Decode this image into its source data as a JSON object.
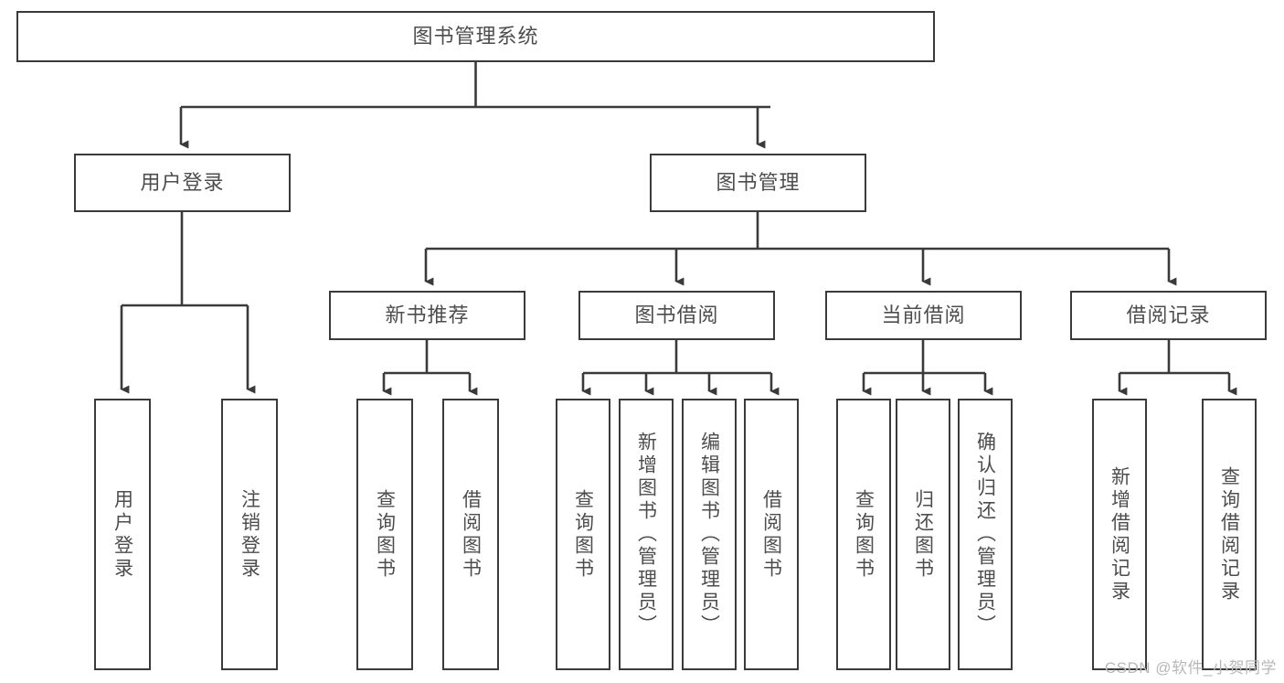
{
  "diagram": {
    "type": "tree-hierarchy-flowchart",
    "title": "图书管理系统",
    "watermark": "CSDN @软件_小贺同学",
    "colors": {
      "box_border": "#3a3a3a",
      "box_fill": "#ffffff",
      "text": "#4d4d4d",
      "connector": "#3a3a3a",
      "watermark": "#b8b8b8",
      "background": "#ffffff"
    },
    "levels": [
      {
        "level": 1,
        "nodes": [
          {
            "id": "root",
            "label": "图书管理系统",
            "orientation": "horizontal"
          }
        ]
      },
      {
        "level": 2,
        "nodes": [
          {
            "id": "user-login",
            "label": "用户登录",
            "orientation": "horizontal",
            "parent": "root"
          },
          {
            "id": "book-manage",
            "label": "图书管理",
            "orientation": "horizontal",
            "parent": "root"
          }
        ]
      },
      {
        "level": 3,
        "nodes": [
          {
            "id": "new-book-recommend",
            "label": "新书推荐",
            "orientation": "horizontal",
            "parent": "book-manage"
          },
          {
            "id": "book-borrow",
            "label": "图书借阅",
            "orientation": "horizontal",
            "parent": "book-manage"
          },
          {
            "id": "current-borrow",
            "label": "当前借阅",
            "orientation": "horizontal",
            "parent": "book-manage"
          },
          {
            "id": "borrow-record",
            "label": "借阅记录",
            "orientation": "horizontal",
            "parent": "book-manage"
          }
        ]
      },
      {
        "level": 4,
        "nodes": [
          {
            "id": "leaf-user-login",
            "label": "用户登录",
            "orientation": "vertical",
            "parent": "user-login"
          },
          {
            "id": "leaf-logout",
            "label": "注销登录",
            "orientation": "vertical",
            "parent": "user-login"
          },
          {
            "id": "leaf-query-book-1",
            "label": "查询图书",
            "orientation": "vertical",
            "parent": "new-book-recommend"
          },
          {
            "id": "leaf-borrow-book-1",
            "label": "借阅图书",
            "orientation": "vertical",
            "parent": "new-book-recommend"
          },
          {
            "id": "leaf-query-book-2",
            "label": "查询图书",
            "orientation": "vertical",
            "parent": "book-borrow"
          },
          {
            "id": "leaf-add-book",
            "label": "新增图书（管理员）",
            "orientation": "vertical",
            "parent": "book-borrow"
          },
          {
            "id": "leaf-edit-book",
            "label": "编辑图书（管理员）",
            "orientation": "vertical",
            "parent": "book-borrow"
          },
          {
            "id": "leaf-borrow-book-2",
            "label": "借阅图书",
            "orientation": "vertical",
            "parent": "book-borrow"
          },
          {
            "id": "leaf-query-book-3",
            "label": "查询图书",
            "orientation": "vertical",
            "parent": "current-borrow"
          },
          {
            "id": "leaf-return-book",
            "label": "归还图书",
            "orientation": "vertical",
            "parent": "current-borrow"
          },
          {
            "id": "leaf-confirm-return",
            "label": "确认归还（管理员）",
            "orientation": "vertical",
            "parent": "current-borrow"
          },
          {
            "id": "leaf-add-record",
            "label": "新增借阅记录",
            "orientation": "vertical",
            "parent": "borrow-record"
          },
          {
            "id": "leaf-query-record",
            "label": "查询借阅记录",
            "orientation": "vertical",
            "parent": "borrow-record"
          }
        ]
      }
    ]
  }
}
